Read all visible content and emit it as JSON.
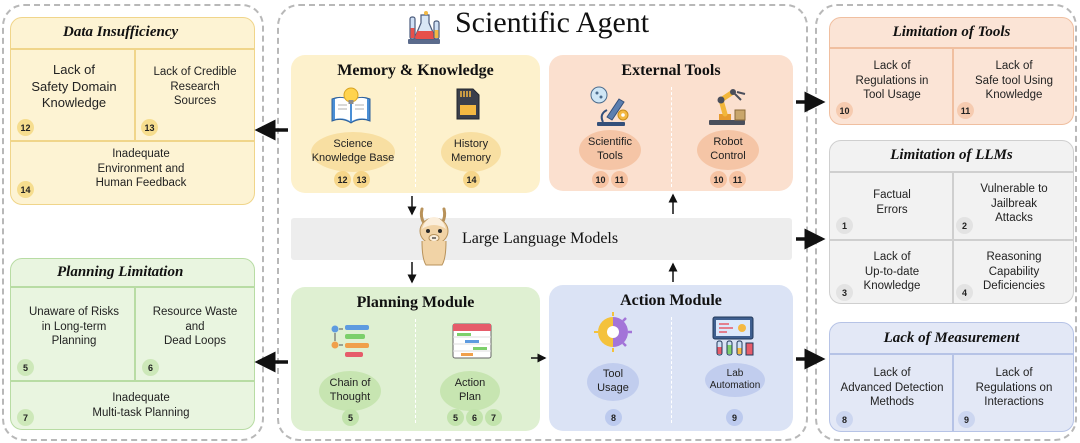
{
  "title": "Scientific Agent",
  "left": {
    "data_insufficiency": {
      "title": "Data Insufficiency",
      "c1": "Lack of\nSafety Domain\nKnowledge",
      "c1_num": "12",
      "c2": "Lack of Credible\nResearch\nSources",
      "c2_num": "13",
      "c3": "Inadequate\nEnvironment and\nHuman Feedback",
      "c3_num": "14"
    },
    "planning_limitation": {
      "title": "Planning Limitation",
      "c1": "Unaware of Risks\nin Long-term\nPlanning",
      "c1_num": "5",
      "c2": "Resource Waste\nand\nDead Loops",
      "c2_num": "6",
      "c3": "Inadequate\nMulti-task Planning",
      "c3_num": "7"
    }
  },
  "center": {
    "memory": {
      "title": "Memory & Knowledge",
      "item1": "Science\nKnowledge Base",
      "item1_nums": [
        "12",
        "13"
      ],
      "item2": "History\nMemory",
      "item2_nums": [
        "14"
      ]
    },
    "tools": {
      "title": "External Tools",
      "item1": "Scientific\nTools",
      "item1_nums": [
        "10",
        "11"
      ],
      "item2": "Robot\nControl",
      "item2_nums": [
        "10",
        "11"
      ]
    },
    "llm": "Large Language Models",
    "planning": {
      "title": "Planning Module",
      "item1": "Chain of\nThought",
      "item1_nums": [
        "5"
      ],
      "item2": "Action\nPlan",
      "item2_nums": [
        "5",
        "6",
        "7"
      ]
    },
    "action": {
      "title": "Action Module",
      "item1": "Tool\nUsage",
      "item1_nums": [
        "8"
      ],
      "item2": "Lab\nAutomation",
      "item2_nums": [
        "9"
      ]
    }
  },
  "right": {
    "limitation_tools": {
      "title": "Limitation of Tools",
      "c1": "Lack of\nRegulations in\nTool Usage",
      "c1_num": "10",
      "c2": "Lack of\nSafe tool Using\nKnowledge",
      "c2_num": "11"
    },
    "limitation_llms": {
      "title": "Limitation of LLMs",
      "c1": "Factual\nErrors",
      "c1_num": "1",
      "c2": "Vulnerable to\nJailbreak\nAttacks",
      "c2_num": "2",
      "c3": "Lack of\nUp-to-date\nKnowledge",
      "c3_num": "3",
      "c4": "Reasoning\nCapability\nDeficiencies",
      "c4_num": "4"
    },
    "lack_measurement": {
      "title": "Lack of Measurement",
      "c1": "Lack of\nAdvanced Detection\nMethods",
      "c1_num": "8",
      "c2": "Lack of\nRegulations on\nInteractions",
      "c2_num": "9"
    }
  },
  "colors": {
    "yellow_fill": "#fdf3d3",
    "yellow_border": "#f0d58a",
    "yellow_badge": "#f6dd8e",
    "green_fill": "#e9f5e0",
    "green_border": "#b8dca4",
    "green_badge": "#cde8b9",
    "orange_fill": "#fbe4d6",
    "orange_border": "#f0bfa0",
    "orange_badge": "#f6cbb0",
    "grey_fill": "#f2f2f2",
    "grey_border": "#cfcfcf",
    "grey_badge": "#e3e3e3",
    "blue_fill": "#e3e8f6",
    "blue_border": "#b6c3e6",
    "blue_badge": "#ccd6f0"
  }
}
